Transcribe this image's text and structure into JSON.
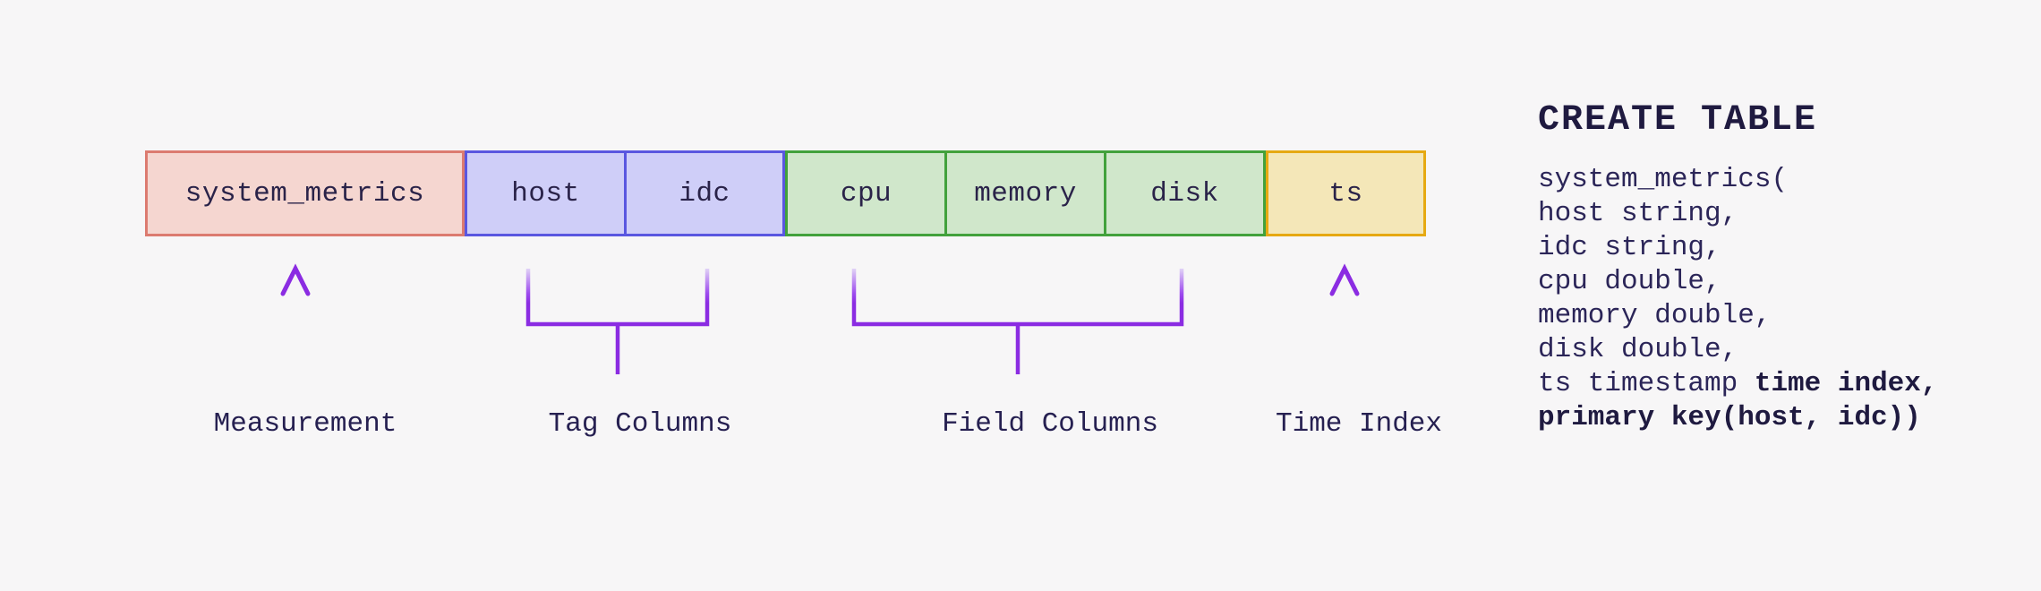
{
  "diagram": {
    "boxes": [
      {
        "label": "system_metrics",
        "group": "measurement"
      },
      {
        "label": "host",
        "group": "tag"
      },
      {
        "label": "idc",
        "group": "tag"
      },
      {
        "label": "cpu",
        "group": "field"
      },
      {
        "label": "memory",
        "group": "field"
      },
      {
        "label": "disk",
        "group": "field"
      },
      {
        "label": "ts",
        "group": "time"
      }
    ],
    "annotations": [
      {
        "label": "Measurement",
        "connector": "up-arrow"
      },
      {
        "label": "Tag Columns",
        "connector": "bracket"
      },
      {
        "label": "Field Columns",
        "connector": "bracket"
      },
      {
        "label": "Time Index",
        "connector": "up-arrow"
      }
    ],
    "colors": {
      "background": "#f7f6f7",
      "ink": "#262051",
      "ink_bold": "#1f1a40",
      "measurement_fill": "#f5d6d0",
      "measurement_border": "#dc7b70",
      "tag_fill": "#cfcef8",
      "tag_border": "#5a57e0",
      "field_fill": "#d0e7cb",
      "field_border": "#42a13c",
      "time_fill": "#f4e7b8",
      "time_border": "#e6a912",
      "connector_purple": "#8b2ce2",
      "connector_purple_light": "#dfd2f6"
    }
  },
  "sql": {
    "heading": "CREATE TABLE",
    "lines": [
      {
        "pre": "system_metrics(",
        "bold": ""
      },
      {
        "pre": "host string,",
        "bold": ""
      },
      {
        "pre": "idc string,",
        "bold": ""
      },
      {
        "pre": "cpu double,",
        "bold": ""
      },
      {
        "pre": "memory double,",
        "bold": ""
      },
      {
        "pre": "disk double,",
        "bold": ""
      },
      {
        "pre": "ts timestamp ",
        "bold": "time index,"
      },
      {
        "pre": "",
        "bold": "primary key(host, idc))"
      }
    ]
  }
}
